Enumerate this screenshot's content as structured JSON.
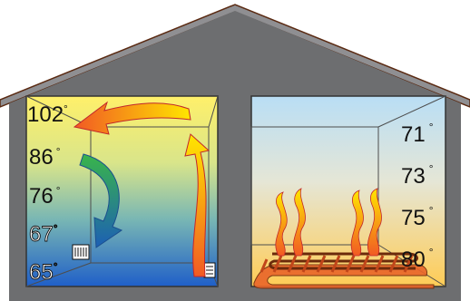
{
  "colors": {
    "house_wall": "#6d6e70",
    "house_roof": "#8f8f92",
    "roof_outline": "#5a2a12",
    "left_room_top": "#fff06a",
    "left_room_bottom": "#1f5fc8",
    "right_room_top": "#b9def5",
    "right_room_bottom": "#ffcc55",
    "hot_arrow": "#f7941d",
    "cool_arrow": "#2ba24a",
    "flame": "#ffd200"
  },
  "left_room": {
    "title": "",
    "temperatures": [
      {
        "value": "102",
        "unit": "°",
        "style": "solid"
      },
      {
        "value": "86",
        "unit": "°",
        "style": "solid"
      },
      {
        "value": "76",
        "unit": "°",
        "style": "solid"
      },
      {
        "value": "67",
        "unit": "°",
        "style": "outline"
      },
      {
        "value": "65",
        "unit": "°",
        "style": "outline"
      }
    ],
    "icons": [
      "heat-register-icon",
      "return-vent-icon",
      "rising-hot-air-arrow",
      "falling-cool-air-arrow"
    ]
  },
  "right_room": {
    "title": "",
    "temperatures": [
      {
        "value": "71",
        "unit": "°"
      },
      {
        "value": "73",
        "unit": "°"
      },
      {
        "value": "75",
        "unit": "°"
      },
      {
        "value": "80",
        "unit": "°"
      }
    ],
    "icons": [
      "radiant-floor-tubing-icon",
      "rising-heat-wave-icon"
    ]
  }
}
